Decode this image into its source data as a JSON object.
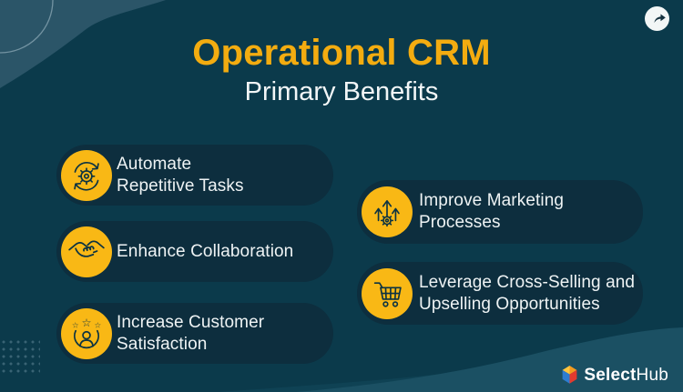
{
  "page": {
    "background": "#0b3a4b",
    "card_background": "#0d2e3e",
    "accent_gold": "#f9b815",
    "title_gold": "#f3ac10",
    "text_color": "#eef3f4"
  },
  "header": {
    "title": "Operational CRM",
    "subtitle": "Primary Benefits"
  },
  "share_button": {
    "icon": "share-arrow-icon"
  },
  "benefits": {
    "left": [
      {
        "icon": "automation-gear-icon",
        "line1": "Automate",
        "line2": "Repetitive Tasks"
      },
      {
        "icon": "handshake-icon",
        "line1": "Enhance Collaboration",
        "line2": ""
      },
      {
        "icon": "customer-satisfaction-icon",
        "line1": "Increase Customer",
        "line2": "Satisfaction"
      }
    ],
    "right": [
      {
        "icon": "marketing-growth-icon",
        "line1": "Improve Marketing",
        "line2": "Processes"
      },
      {
        "icon": "shopping-cart-icon",
        "line1": "Leverage Cross-Selling and",
        "line2": "Upselling Opportunities"
      }
    ]
  },
  "brand": {
    "name_bold": "Select",
    "name_light": "Hub",
    "logo": "cube-logo-icon",
    "logo_colors": {
      "top_left": "#ffc53d",
      "top_right": "#f59b1f",
      "left": "#2e7cd0",
      "right": "#e23a2e"
    }
  }
}
